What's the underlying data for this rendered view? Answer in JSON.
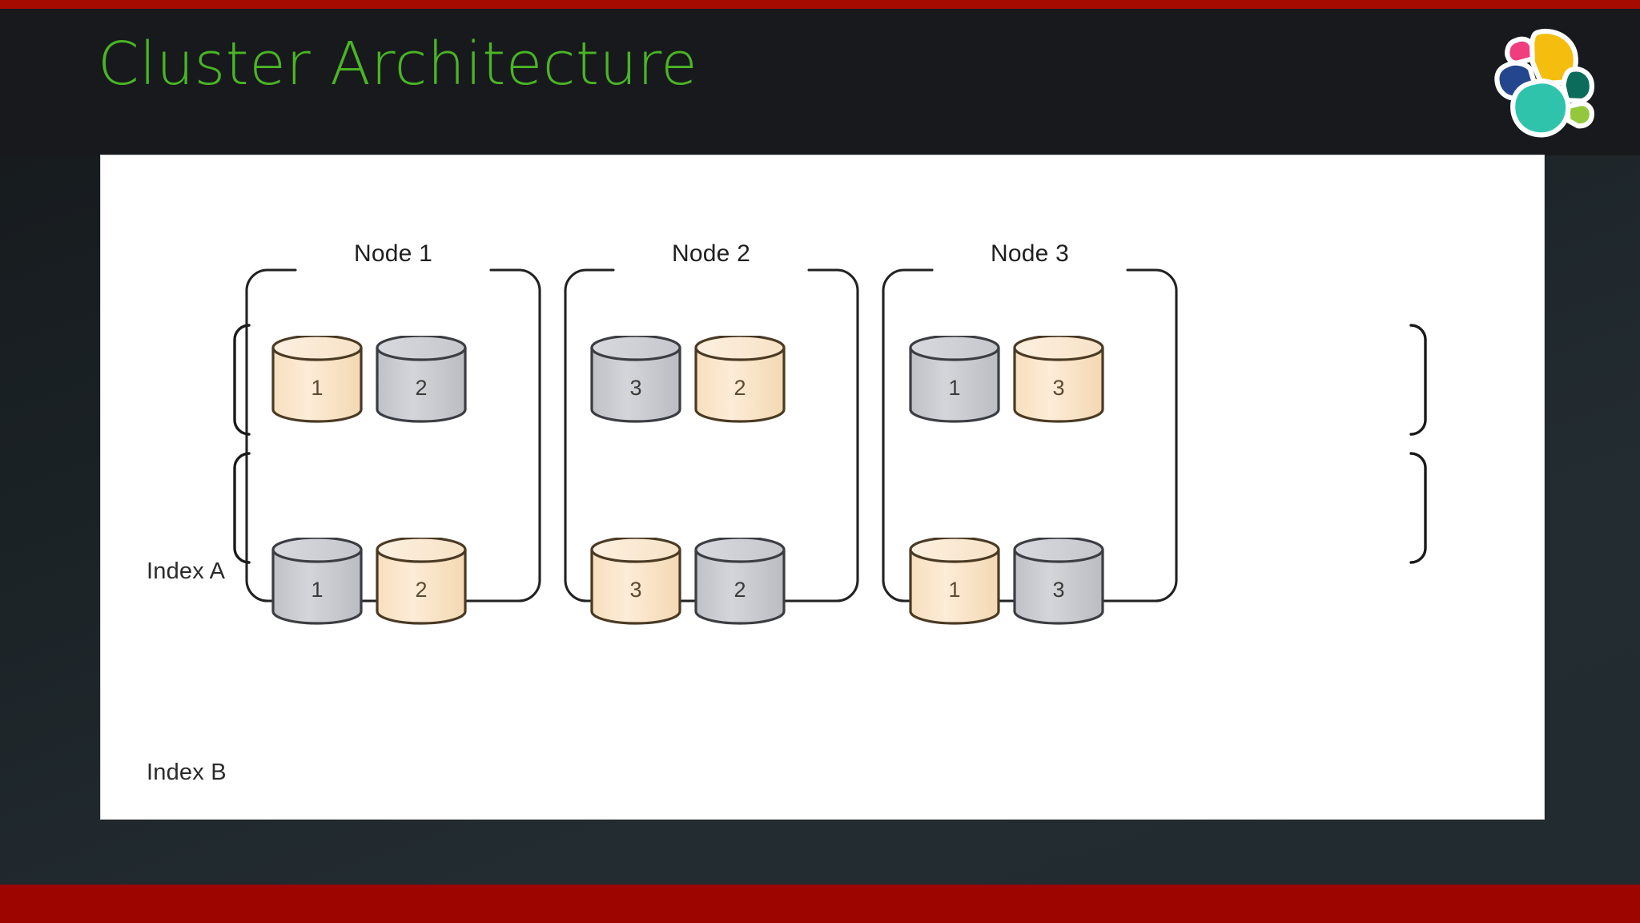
{
  "slide": {
    "title": "Cluster Architecture",
    "title_color": "#4ab425",
    "logo_name": "elastic-logo",
    "accent_bar_color": "#a50b00",
    "background_color": "#1d2327",
    "panel_background": "#ffffff"
  },
  "diagram": {
    "type": "cluster-shard-allocation",
    "row_labels": [
      "Index A",
      "Index B"
    ],
    "node_labels": [
      "Node 1",
      "Node 2",
      "Node 3"
    ],
    "legend": {
      "primary_color": "#fae3c4",
      "replica_color": "#c8c9cd"
    },
    "rows": [
      {
        "label": "Index A",
        "nodes": [
          {
            "node": "Node 1",
            "shards": [
              {
                "id": "1",
                "kind": "primary"
              },
              {
                "id": "2",
                "kind": "replica"
              }
            ]
          },
          {
            "node": "Node 2",
            "shards": [
              {
                "id": "3",
                "kind": "replica"
              },
              {
                "id": "2",
                "kind": "primary"
              }
            ]
          },
          {
            "node": "Node 3",
            "shards": [
              {
                "id": "1",
                "kind": "replica"
              },
              {
                "id": "3",
                "kind": "primary"
              }
            ]
          }
        ]
      },
      {
        "label": "Index B",
        "nodes": [
          {
            "node": "Node 1",
            "shards": [
              {
                "id": "1",
                "kind": "replica"
              },
              {
                "id": "2",
                "kind": "primary"
              }
            ]
          },
          {
            "node": "Node 2",
            "shards": [
              {
                "id": "3",
                "kind": "primary"
              },
              {
                "id": "2",
                "kind": "replica"
              }
            ]
          },
          {
            "node": "Node 3",
            "shards": [
              {
                "id": "1",
                "kind": "primary"
              },
              {
                "id": "3",
                "kind": "replica"
              }
            ]
          }
        ]
      }
    ]
  }
}
